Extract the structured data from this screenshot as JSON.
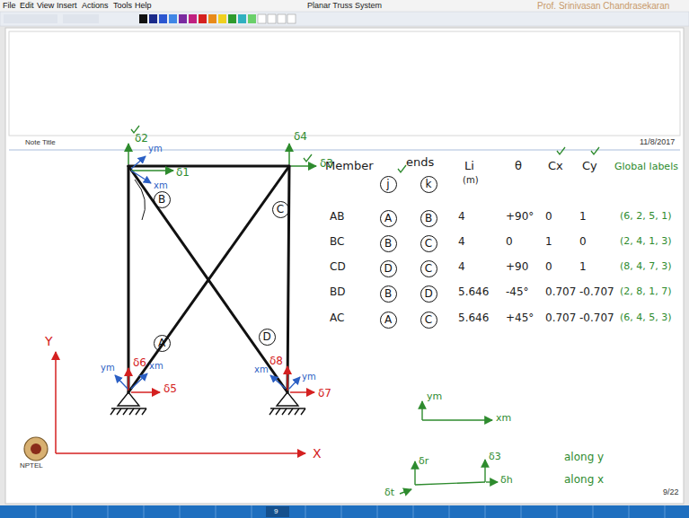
{
  "diagram": {
    "title": "Planar Truss System",
    "nodes": [
      {
        "text": [
          "A"
        ]
      },
      {
        "text": [
          "B"
        ]
      },
      {
        "text": [
          "C"
        ]
      },
      {
        "text": [
          "D"
        ]
      },
      {
        "text": [
          "j"
        ]
      },
      {
        "text": [
          "k"
        ]
      },
      {
        "text": [
          "A"
        ]
      },
      {
        "text": [
          "B"
        ]
      },
      {
        "text": [
          "B"
        ]
      },
      {
        "text": [
          "C"
        ]
      },
      {
        "text": [
          "D"
        ]
      },
      {
        "text": [
          "C"
        ]
      },
      {
        "text": [
          "B"
        ]
      },
      {
        "text": [
          "D"
        ]
      },
      {
        "text": [
          "A"
        ]
      },
      {
        "text": [
          "C"
        ]
      }
    ],
    "labels": [
      "File",
      "Edit",
      "View",
      "Insert",
      "Actions",
      "Tools",
      "Help",
      "Prof. Srinivasan Chandrasekaran",
      "Note Title",
      "11/8/2017",
      "Member",
      "ends",
      "Li",
      "(m)",
      "θ",
      "Cx",
      "Cy",
      "Global labels",
      "AB",
      "4",
      "+90°",
      "0",
      "1",
      "(6, 2, 5, 1)",
      "BC",
      "4",
      "0",
      "1",
      "0",
      "(2, 4, 1, 3)",
      "CD",
      "4",
      "+90",
      "0",
      "1",
      "(8, 4, 7, 3)",
      "BD",
      "5.646",
      "-45°",
      "0.707",
      "-0.707",
      "(2, 8, 1, 7)",
      "AC",
      "5.646",
      "+45°",
      "0.707",
      "-0.707",
      "(6, 4, 5, 3)",
      "δ2",
      "δ1",
      "δ4",
      "δ3",
      "δ6",
      "δ5",
      "δ8",
      "δ7",
      "ym",
      "xm",
      "ym",
      "xm",
      "ym",
      "xm",
      "Y",
      "X",
      "ym",
      "xm",
      "δr",
      "δ3",
      "δh",
      "along y",
      "along x",
      "δt",
      "NPTEL",
      "9/22",
      "9"
    ]
  }
}
